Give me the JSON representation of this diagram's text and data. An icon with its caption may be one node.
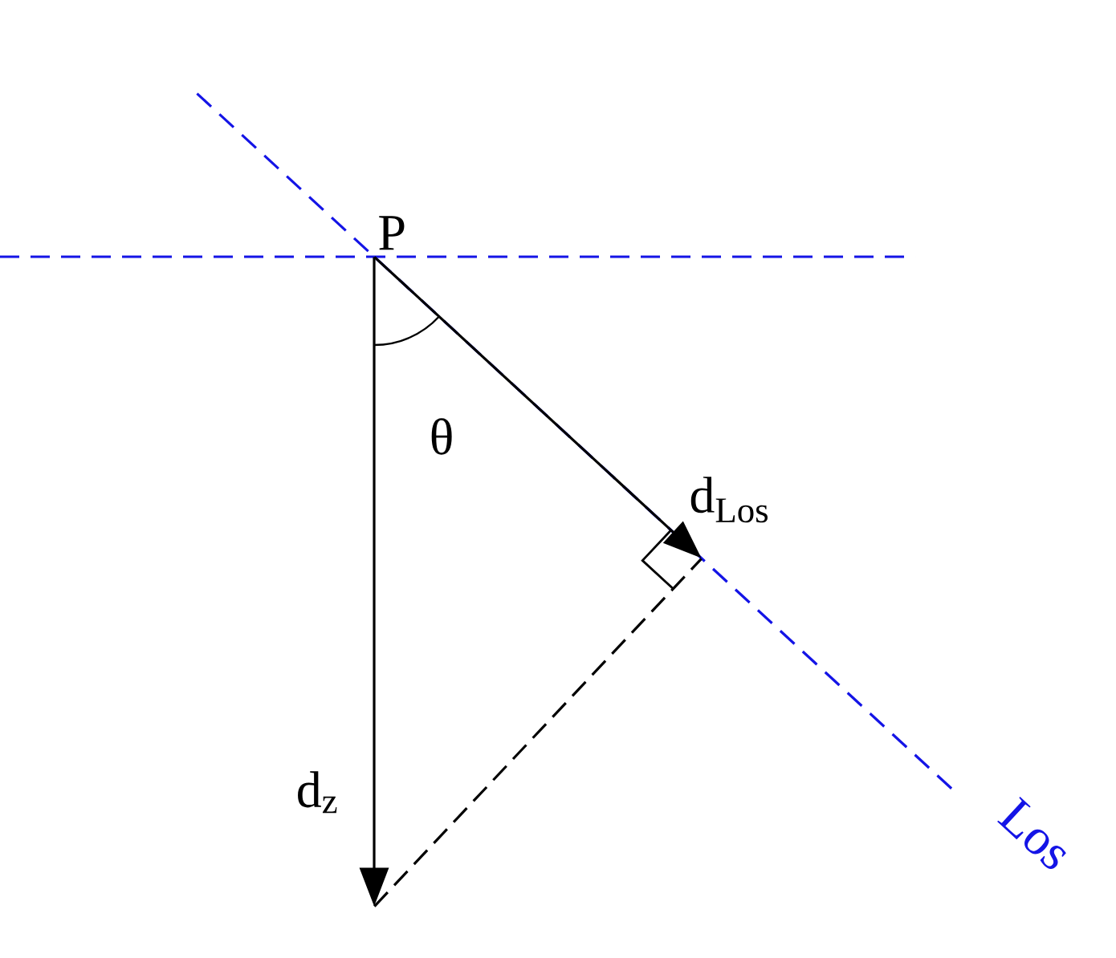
{
  "diagram": {
    "nodes": [
      {
        "text": [
          "P"
        ]
      },
      {
        "text": [
          "d$_{z}$"
        ]
      },
      {
        "text": [
          "d$_{Los}$"
        ]
      }
    ],
    "edges": [
      {
        "from": 0,
        "to": 1,
        "arrow": "to"
      },
      {
        "from": 0,
        "to": 2,
        "arrow": "to"
      },
      {
        "from": 1,
        "to": 2,
        "arrow": "none",
        "style": "dashed"
      }
    ],
    "labels": [
      "θ",
      "Los"
    ]
  }
}
